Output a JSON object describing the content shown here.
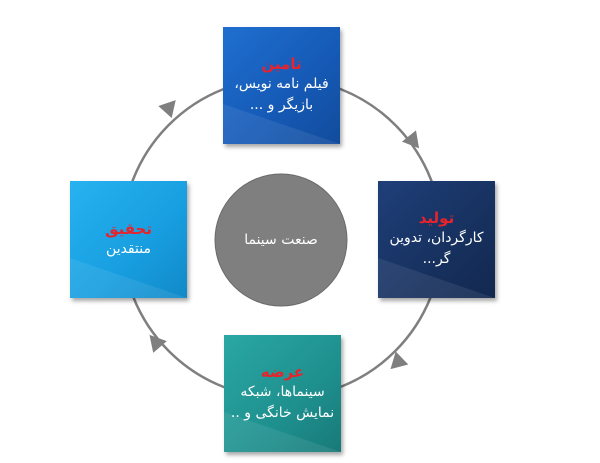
{
  "center": {
    "label": "صنعت سینما"
  },
  "stages": {
    "top": {
      "title": "تامین",
      "line1": "فیلم نامه نویس،",
      "line2": "بازیگر و ..."
    },
    "right": {
      "title": "تولید",
      "line1": "کارگردان، تدوین",
      "line2": "گر..."
    },
    "bottom": {
      "title": "عرضه",
      "line1": "سینماها، شبکه",
      "line2": "نمایش خانگی و .."
    },
    "left": {
      "title": "تحقیق",
      "line1": "منتقدین"
    }
  },
  "colors": {
    "ring": "#7f7f7f",
    "center_circle": "#7f7f7f",
    "title_red": "#e8232b",
    "top_box": "#1559b5",
    "right_box": "#17315f",
    "bottom_box": "#1e908e",
    "left_box": "#179ee0"
  }
}
